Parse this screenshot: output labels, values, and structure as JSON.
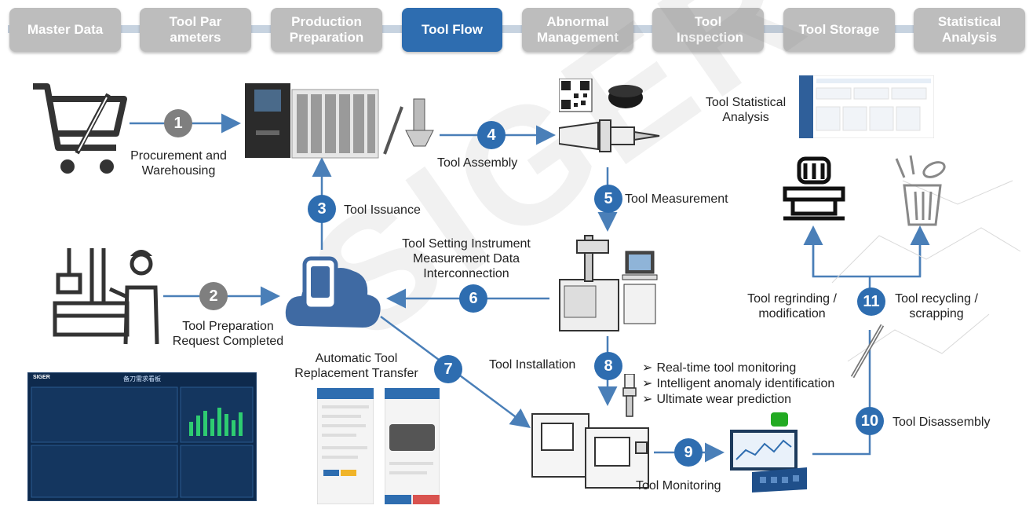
{
  "tabs": [
    {
      "label": "Master Data",
      "active": false
    },
    {
      "label": "Tool Par ameters",
      "active": false
    },
    {
      "label": "Production Preparation",
      "active": false
    },
    {
      "label": "Tool Flow",
      "active": true
    },
    {
      "label": "Abnormal Management",
      "active": false
    },
    {
      "label": "Tool Inspection",
      "active": false
    },
    {
      "label": "Tool Storage",
      "active": false
    },
    {
      "label": "Statistical Analysis",
      "active": false
    }
  ],
  "watermark": "SIGER",
  "steps": [
    {
      "num": "1",
      "label": "Procurement and Warehousing"
    },
    {
      "num": "2",
      "label": "Tool Preparation Request Completed"
    },
    {
      "num": "3",
      "label": "Tool Issuance"
    },
    {
      "num": "4",
      "label": "Tool Assembly"
    },
    {
      "num": "5",
      "label": "Tool Measurement"
    },
    {
      "num": "6",
      "label": "Tool Setting Instrument Measurement Data Interconnection"
    },
    {
      "num": "7",
      "label": "Automatic Tool Replacement Transfer"
    },
    {
      "num": "8",
      "label": "Tool Installation"
    },
    {
      "num": "9",
      "label": "Tool Monitoring"
    },
    {
      "num": "10",
      "label": "Tool Disassembly"
    },
    {
      "num": "11",
      "label": "Tool regrinding / modification"
    }
  ],
  "recycling_label": "Tool recycling / scrapping",
  "statistical_label": "Tool Statistical Analysis",
  "features": [
    "Real-time tool monitoring",
    "Intelligent anomaly identification",
    "Ultimate wear prediction"
  ],
  "dashboard_title": "备刀需求看板",
  "dashboard_brand": "SIGER",
  "colors": {
    "accent": "#2e6db0",
    "tab_inactive": "#bdbdbd",
    "badge_gray": "#7f7f7f",
    "arrow": "#4a7fb8"
  }
}
